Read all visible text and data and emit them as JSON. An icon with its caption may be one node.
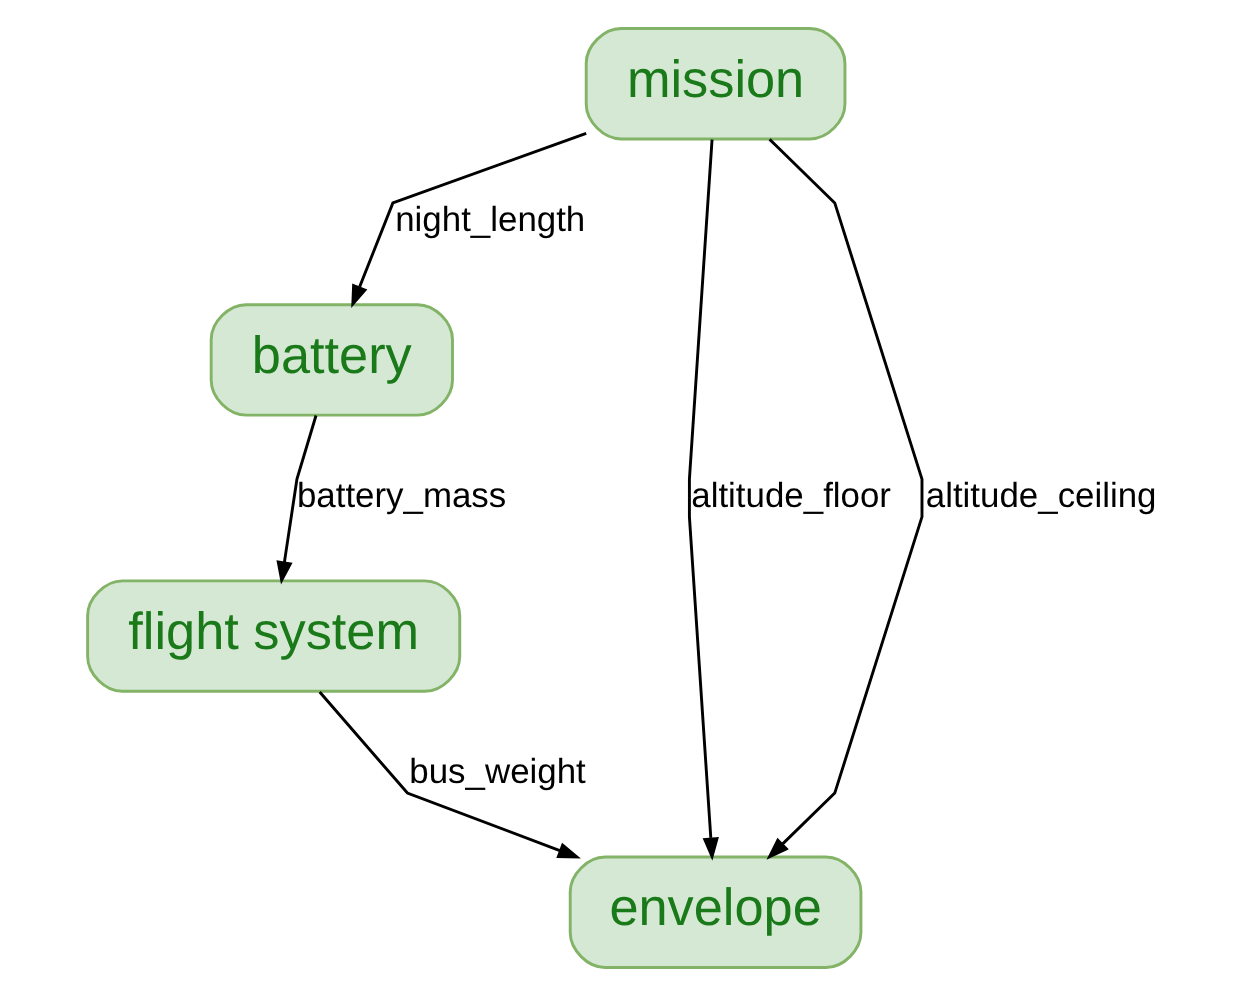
{
  "diagram": {
    "nodes": [
      {
        "text": [
          "mission"
        ]
      },
      {
        "text": [
          "battery"
        ]
      },
      {
        "text": [
          "flight system"
        ]
      },
      {
        "text": [
          "envelope"
        ]
      }
    ],
    "edges": [
      {
        "from": 0,
        "to": 1,
        "arrow": "to",
        "label": "night_length"
      },
      {
        "from": 1,
        "to": 2,
        "arrow": "to",
        "label": "battery_mass"
      },
      {
        "from": 0,
        "to": 3,
        "arrow": "to",
        "label": "altitude_floor"
      },
      {
        "from": 0,
        "to": 3,
        "arrow": "to",
        "label": "altitude_ceiling"
      },
      {
        "from": 2,
        "to": 3,
        "arrow": "to",
        "label": "bus_weight"
      }
    ]
  }
}
